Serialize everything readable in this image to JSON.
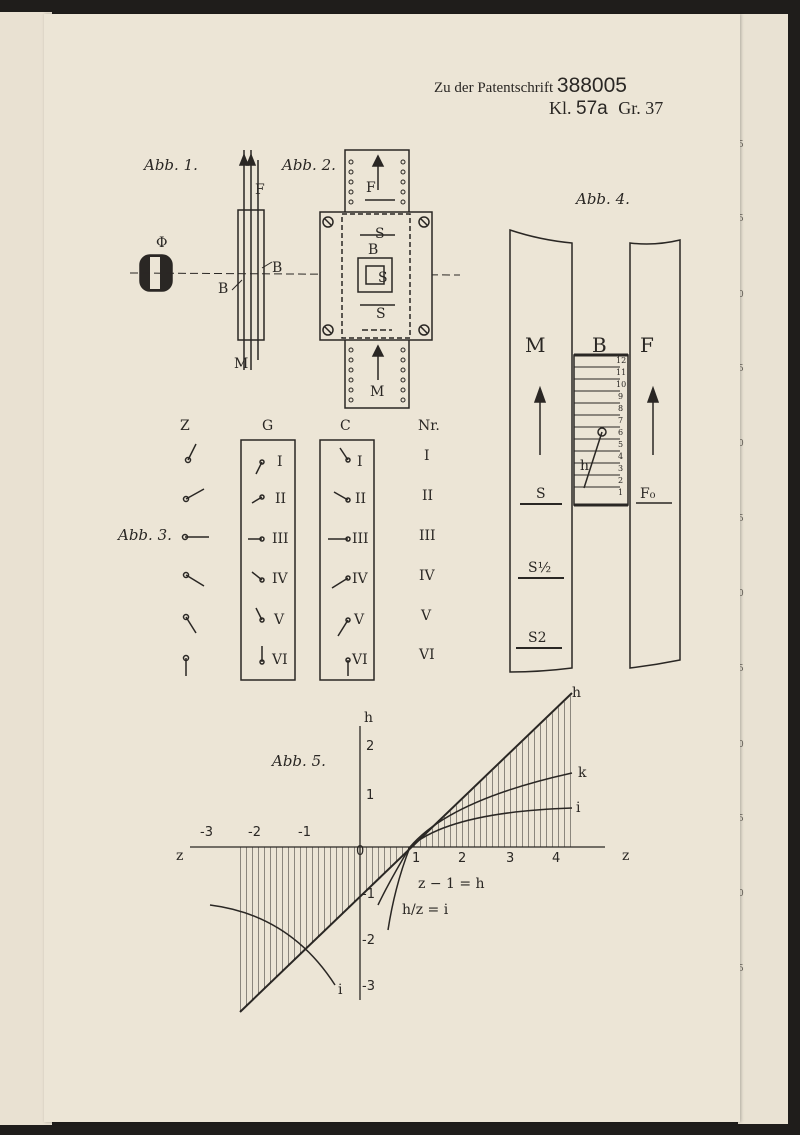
{
  "header": {
    "line1_prefix": "Zu der Patentschrift",
    "patent_number": "388005",
    "class_prefix": "Kl.",
    "class": "57a",
    "group": "Gr. 37"
  },
  "figures": {
    "abb1": "Abb. 1.",
    "abb2": "Abb. 2.",
    "abb3": "Abb. 3.",
    "abb4": "Abb. 4.",
    "abb5": "Abb. 5."
  },
  "abb1_labels": {
    "phi": "Φ",
    "f": "F",
    "b_left": "B",
    "b_right": "B",
    "m": "M"
  },
  "abb2_labels": {
    "f": "F",
    "s_top": "S",
    "b": "B",
    "s_mid": "S",
    "s_bottom": "S",
    "m": "M"
  },
  "abb3": {
    "columns": [
      "Z",
      "G",
      "C",
      "Nr."
    ],
    "roman": [
      "I",
      "II",
      "III",
      "IV",
      "V",
      "VI"
    ]
  },
  "abb4": {
    "labels": {
      "m": "M",
      "b": "B",
      "f": "F",
      "s": "S",
      "s_half": "S½",
      "s2": "S2",
      "f0": "F₀",
      "h": "h"
    },
    "scale": [
      "12",
      "11",
      "10",
      "9",
      "8",
      "7",
      "6",
      "5",
      "4",
      "3",
      "2",
      "1"
    ]
  },
  "abb5": {
    "x_axis_label": "z",
    "y_axis_label": "h",
    "x_ticks": [
      "-3",
      "-2",
      "-1",
      "0",
      "1",
      "2",
      "3",
      "4"
    ],
    "y_ticks": [
      "2",
      "1",
      "-1",
      "-2",
      "-3"
    ],
    "curve_labels": {
      "h": "h",
      "k": "k",
      "i_upper": "i",
      "i_lower": "i"
    },
    "eq1": "z − 1 = h",
    "eq2": "h/z = i"
  },
  "margin_numbers": [
    "5",
    "5",
    "0",
    "5",
    "0",
    "5",
    "0",
    "5",
    "0",
    "5",
    "0",
    "5"
  ]
}
